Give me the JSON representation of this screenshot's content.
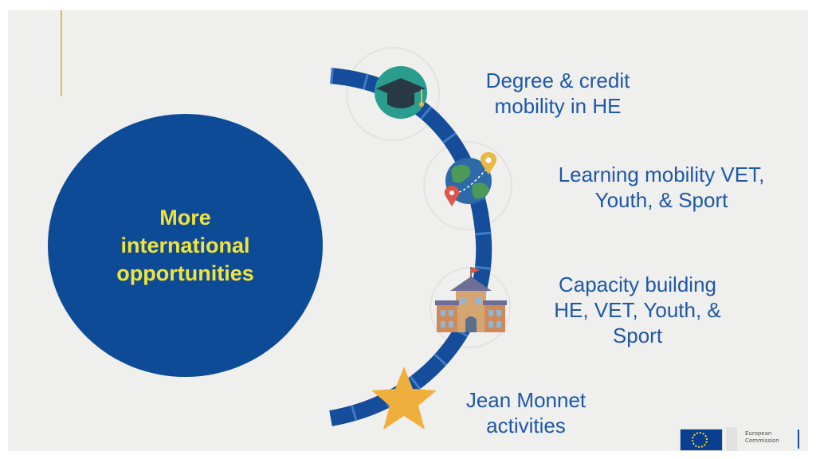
{
  "slide": {
    "circle_lines": [
      "More",
      "international",
      "opportunities"
    ],
    "items": [
      {
        "icon": "graduation-cap-icon",
        "lines": [
          "Degree & credit",
          "mobility in HE"
        ]
      },
      {
        "icon": "globe-pins-icon",
        "lines": [
          "Learning mobility VET,",
          "Youth, & Sport"
        ]
      },
      {
        "icon": "school-building-icon",
        "lines": [
          "Capacity building",
          "HE, VET, Youth, &",
          "Sport"
        ]
      },
      {
        "icon": "star-icon",
        "lines": [
          "Jean Monnet",
          "activities"
        ]
      }
    ]
  },
  "footer": {
    "logo_lines": [
      "European",
      "Commission"
    ]
  },
  "colors": {
    "background": "#efefee",
    "circle_fill": "#0d4b97",
    "circle_text": "#f1e33c",
    "item_text": "#1e58a8",
    "accent": "#e8b845"
  }
}
